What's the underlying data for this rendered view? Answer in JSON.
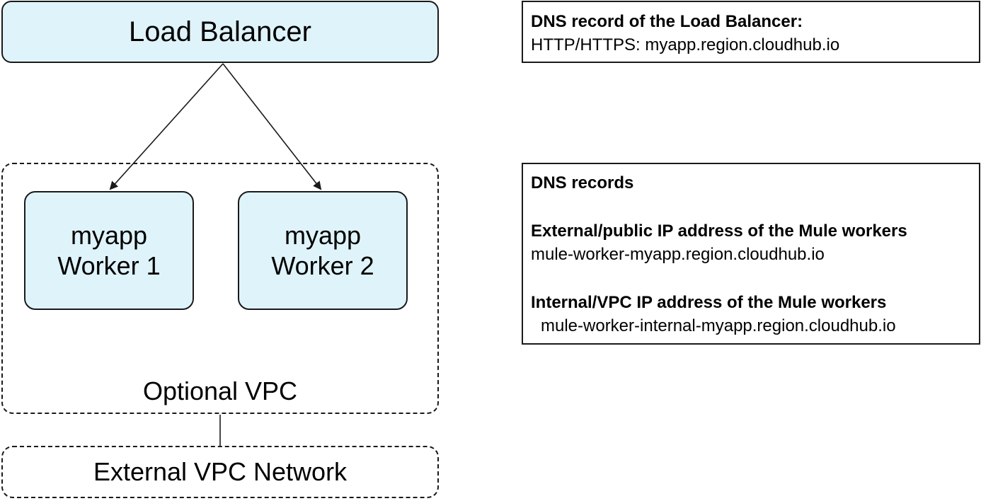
{
  "load_balancer": {
    "label": "Load Balancer"
  },
  "workers": [
    {
      "line1": "myapp",
      "line2": "Worker 1"
    },
    {
      "line1": "myapp",
      "line2": "Worker 2"
    }
  ],
  "vpc": {
    "label": "Optional VPC"
  },
  "external_vpc": {
    "label": "External VPC Network"
  },
  "lb_dns_box": {
    "heading": "DNS record of the Load Balancer:",
    "value": "HTTP/HTTPS: myapp.region.cloudhub.io"
  },
  "dns_records_box": {
    "heading": "DNS records",
    "external_heading": "External/public IP address of the Mule workers",
    "external_value": "mule-worker-myapp.region.cloudhub.io",
    "internal_heading": "Internal/VPC IP address of the Mule workers",
    "internal_value": "mule-worker-internal-myapp.region.cloudhub.io"
  },
  "colors": {
    "node_fill": "#dff3fa",
    "stroke": "#1a1a1a"
  }
}
